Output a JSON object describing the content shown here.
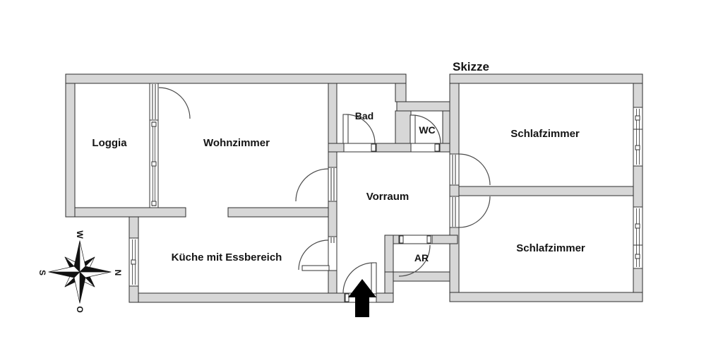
{
  "title": "Skizze",
  "rooms": [
    {
      "id": "loggia",
      "label": "Loggia"
    },
    {
      "id": "wohnzimmer",
      "label": "Wohnzimmer"
    },
    {
      "id": "bad",
      "label": "Bad"
    },
    {
      "id": "wc",
      "label": "WC"
    },
    {
      "id": "schlafzimmer-top",
      "label": "Schlafzimmer"
    },
    {
      "id": "vorraum",
      "label": "Vorraum"
    },
    {
      "id": "kueche",
      "label": "Küche mit Essbereich"
    },
    {
      "id": "ar",
      "label": "AR"
    },
    {
      "id": "schlafzimmer-bottom",
      "label": "Schlafzimmer"
    }
  ],
  "compass": {
    "top": "W",
    "right": "N",
    "bottom": "O",
    "left": "S"
  },
  "entrance": {
    "direction": "up"
  },
  "colors": {
    "wall_fill": "#d7d7d7",
    "wall_stroke": "#2e2e2e",
    "door_arc": "#4a4a4a",
    "background": "#ffffff",
    "text": "#141414",
    "arrow": "#000000"
  }
}
